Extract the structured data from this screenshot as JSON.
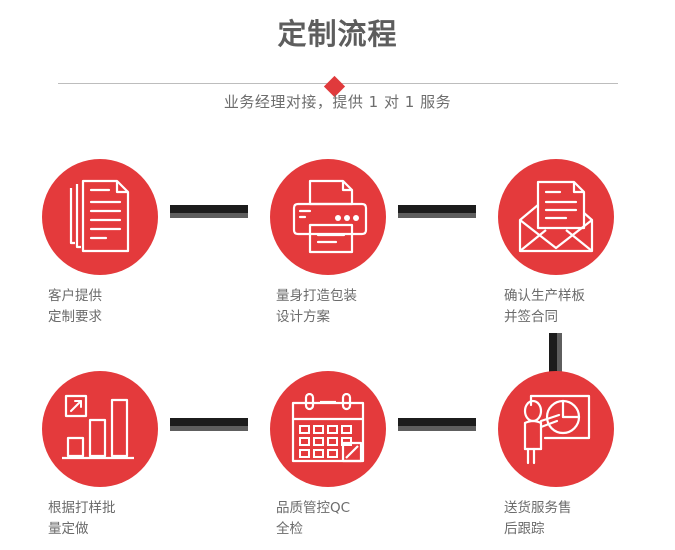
{
  "header": {
    "title": "定制流程",
    "subtitle": "业务经理对接，提供 1 对 1 服务",
    "divider_icon": "red-diamond"
  },
  "colors": {
    "accent_red": "#e43a3c",
    "diamond_red": "#e03a3c",
    "title_gray": "#5d5d5d",
    "label_gray": "#6b6b6b",
    "connector_dark": "#1c1c1c",
    "connector_gray": "#5e5e5e",
    "divider_line": "#bdbdbd",
    "background": "#ffffff"
  },
  "flow": {
    "steps": [
      {
        "index": 1,
        "icon": "documents-stack-icon",
        "label": "客户提供\n定制要求"
      },
      {
        "index": 2,
        "icon": "printer-icon",
        "label": "量身打造包装\n设计方案"
      },
      {
        "index": 3,
        "icon": "envelope-document-icon",
        "label": "确认生产样板\n并签合同"
      },
      {
        "index": 4,
        "icon": "bar-chart-growth-icon",
        "label": "根据打样批\n量定做"
      },
      {
        "index": 5,
        "icon": "calendar-check-icon",
        "label": "品质管控QC\n全检"
      },
      {
        "index": 6,
        "icon": "presentation-person-piechart-icon",
        "label": "送货服务售\n后跟踪"
      }
    ],
    "connectors": [
      {
        "id": "connector-1-2",
        "orientation": "horizontal"
      },
      {
        "id": "connector-2-3",
        "orientation": "horizontal"
      },
      {
        "id": "connector-3-6",
        "orientation": "vertical"
      },
      {
        "id": "connector-4-5",
        "orientation": "horizontal"
      },
      {
        "id": "connector-5-6",
        "orientation": "horizontal"
      }
    ]
  }
}
